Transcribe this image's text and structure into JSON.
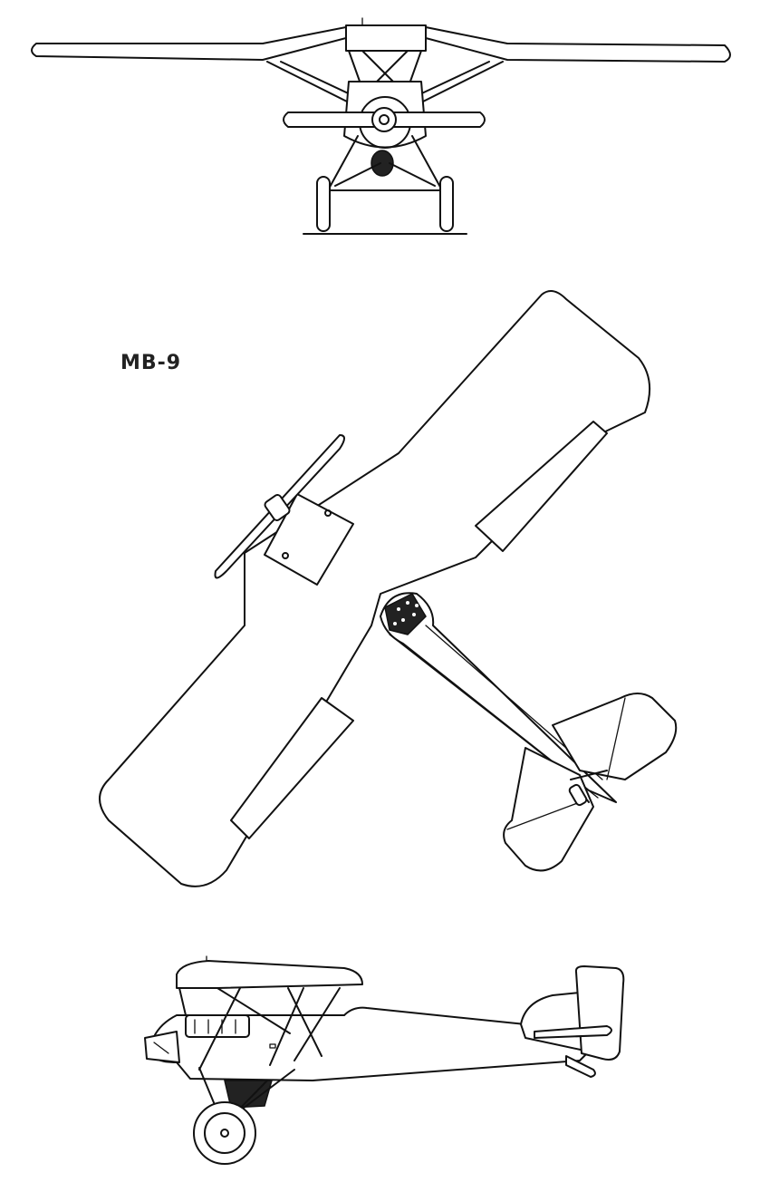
{
  "designation": "MB-9",
  "views": {
    "front": "front-view",
    "plan": "plan-view",
    "side": "side-view"
  },
  "colors": {
    "line": "#111111",
    "paper": "#ffffff"
  }
}
